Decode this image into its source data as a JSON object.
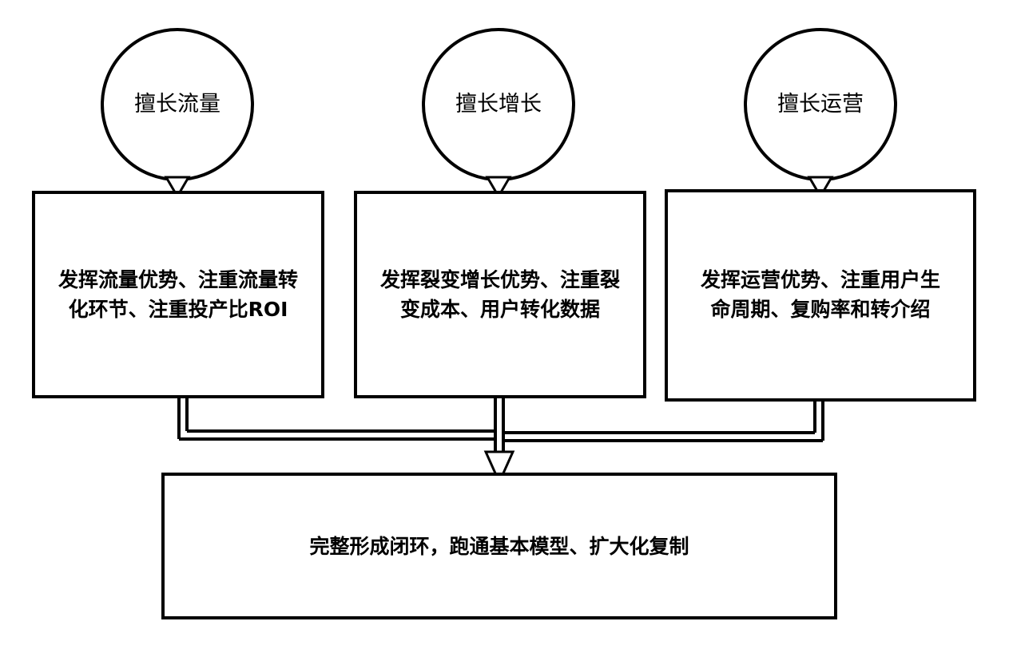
{
  "circles": [
    {
      "label": "擅长流量"
    },
    {
      "label": "擅长增长"
    },
    {
      "label": "擅长运营"
    }
  ],
  "boxes": [
    {
      "text": "发挥流量优势、注重流量转化环节、注重投产比ROI"
    },
    {
      "text": "发挥裂变增长优势、注重裂变成本、用户转化数据"
    },
    {
      "text": "发挥运营优势、注重用户生命周期、复购率和转介绍"
    }
  ],
  "result": {
    "text": "完整形成闭环，跑通基本模型、扩大化复制"
  },
  "colors": {
    "stroke": "#000000",
    "fill": "#ffffff"
  }
}
